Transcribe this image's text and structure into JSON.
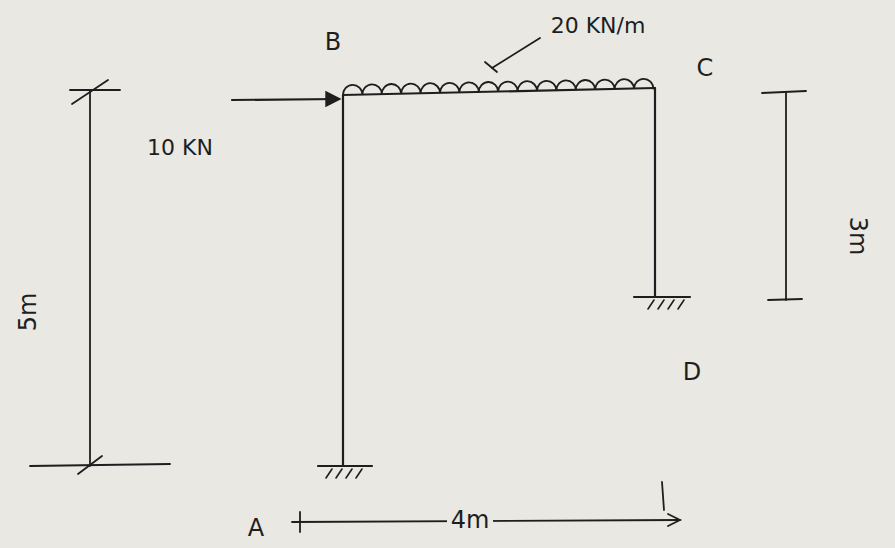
{
  "diagram": {
    "labels": [
      "B",
      "C",
      "D",
      "A",
      "10 KN",
      "20 KN/m",
      "5m",
      "3m",
      "4m"
    ]
  }
}
